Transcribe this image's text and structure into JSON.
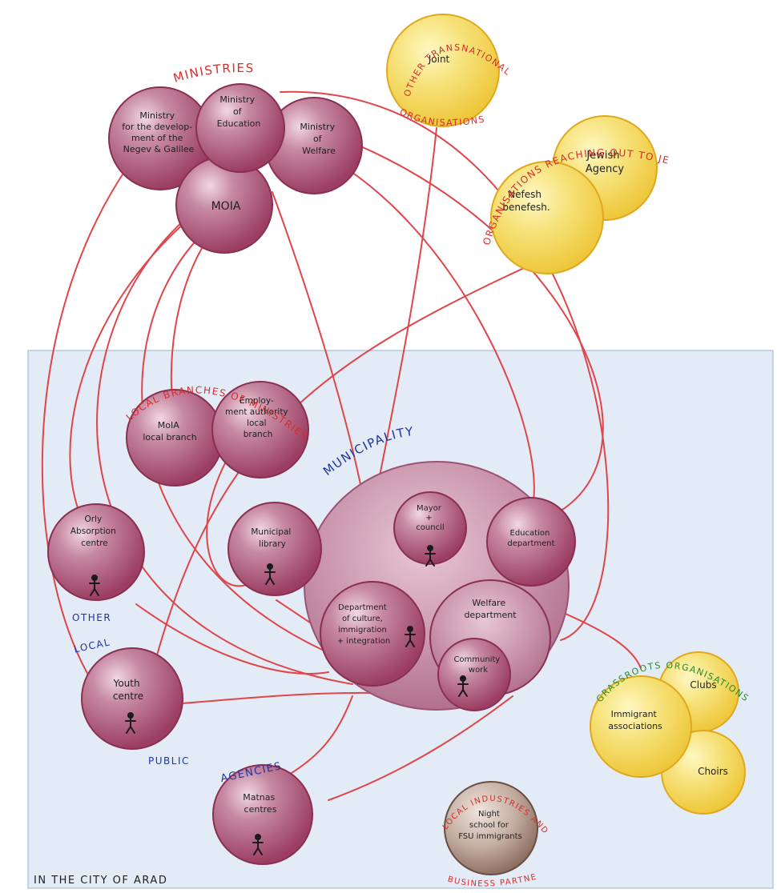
{
  "group_labels": {
    "ministries": "MINISTRIES",
    "other_transnational": "OTHER TRANSNATIONAL",
    "organisations": "ORGANISATIONS",
    "reaching_out": "ORGANISATIONS REACHING OUT TO JEWS",
    "local_branches": "LOCAL BRANCHES OF MINISTRIES",
    "municipality": "MUNICIPALITY",
    "other": "OTHER",
    "local": "LOCAL",
    "public": "PUBLIC",
    "agencies": "AGENCIES",
    "grassroots": "GRASSROOTS ORGANISATIONS",
    "local_industries": "LOCAL INDUSTRIES AND",
    "business_partners": "BUSINESS PARTNERS",
    "city": "IN THE CITY OF ARAD"
  },
  "nodes": {
    "negev": [
      "Ministry",
      "for the develop-",
      "ment of the",
      "Negev & Galilee"
    ],
    "education_ministry": [
      "Ministry",
      "of",
      "Education"
    ],
    "welfare_ministry": [
      "Ministry",
      "of",
      "Welfare"
    ],
    "moia": [
      "MOIA"
    ],
    "joint": [
      "Joint"
    ],
    "jewish_agency": [
      "Jewish",
      "Agency"
    ],
    "nefesh": [
      "Nefesh",
      "benefesh."
    ],
    "moia_local": [
      "MoIA",
      "local branch"
    ],
    "employment": [
      "Employ-",
      "ment authority",
      "local",
      "branch"
    ],
    "absorption": [
      "Orly",
      "Absorption",
      "centre"
    ],
    "library": [
      "Municipal",
      "library"
    ],
    "mayor": [
      "Mayor",
      "+",
      "council"
    ],
    "education_dept": [
      "Education",
      "department"
    ],
    "culture_dept": [
      "Department",
      "of culture,",
      "immigration",
      "+ integration"
    ],
    "welfare_dept": [
      "Welfare",
      "department"
    ],
    "community": [
      "Community",
      "work"
    ],
    "youth": [
      "Youth",
      "centre"
    ],
    "matnas": [
      "Matnas",
      "centres"
    ],
    "nightschool": [
      "Night",
      "school for",
      "FSU immigrants"
    ],
    "clubs": [
      "Clubs"
    ],
    "immigrant_assoc": [
      "Immigrant",
      "associations"
    ],
    "choirs": [
      "Choirs"
    ]
  },
  "colors": {
    "ministry_fill": "#b05a78",
    "ministry_edge": "#8a2f4f",
    "yellow_fill": "#f2d64a",
    "yellow_edge": "#e0a81e",
    "connection": "#e0454a",
    "red_label": "#d62d2d",
    "blue_label": "#1f33a3",
    "green_label": "#2a8a2a",
    "brown_fill": "#a98a7a",
    "city_bg": "#e3ebf6"
  }
}
